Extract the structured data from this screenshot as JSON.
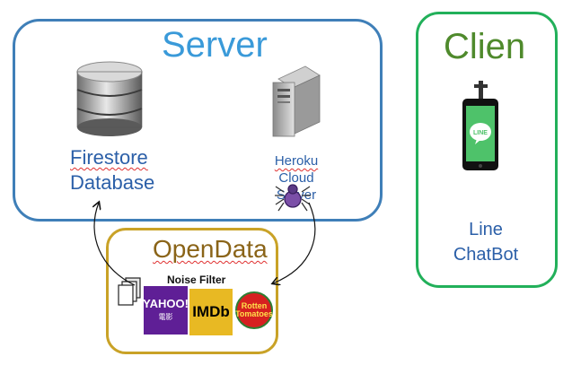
{
  "server": {
    "title": "Server",
    "database_line1": "Firestore",
    "database_line2": "Database",
    "heroku_line1": "Heroku",
    "heroku_line2": "Cloud Server"
  },
  "client": {
    "title": "Clien",
    "line_line1": "Line",
    "line_line2": "ChatBot"
  },
  "opendata": {
    "title": "OpenData",
    "noise_filter": "Noise Filter",
    "yahoo_label": "YAHOO!",
    "yahoo_sub": "電影",
    "imdb_label": "IMDb",
    "rt_line1": "Rotten",
    "rt_line2": "Tomatoes"
  },
  "colors": {
    "server_border": "#3f7fb8",
    "client_border": "#22b05a",
    "opendata_border": "#c9a227"
  },
  "icons": [
    "database-icon",
    "server-tower-icon",
    "spider-icon",
    "phone-icon",
    "line-app-icon",
    "documents-icon"
  ]
}
